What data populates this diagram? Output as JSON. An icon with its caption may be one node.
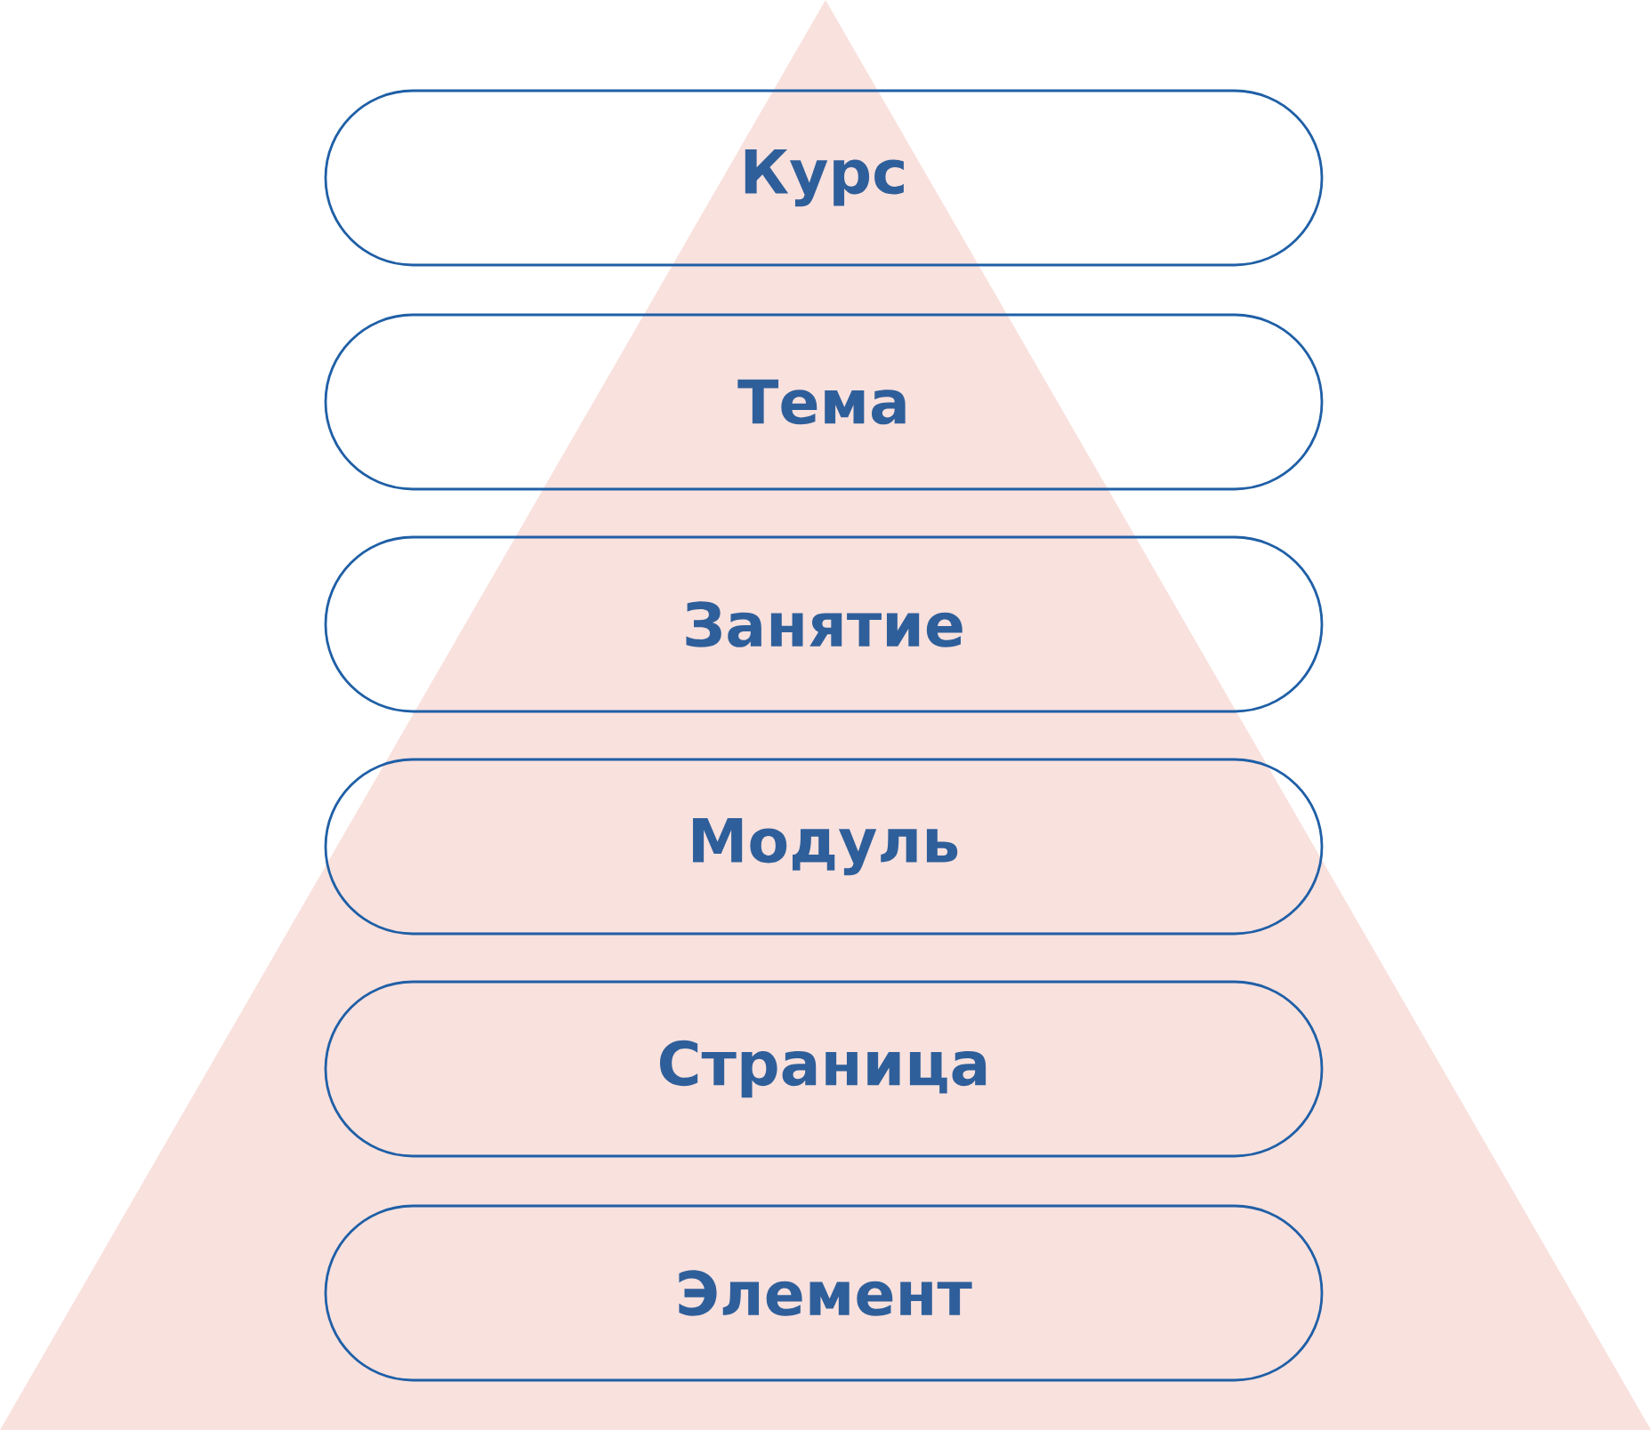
{
  "diagram": {
    "nodes": [
      {
        "text": [
          "Курс"
        ]
      },
      {
        "text": [
          "Тема"
        ]
      },
      {
        "text": [
          "Занятие"
        ]
      },
      {
        "text": [
          "Модуль"
        ]
      },
      {
        "text": [
          "Страница"
        ]
      },
      {
        "text": [
          "Элемент"
        ]
      }
    ]
  }
}
